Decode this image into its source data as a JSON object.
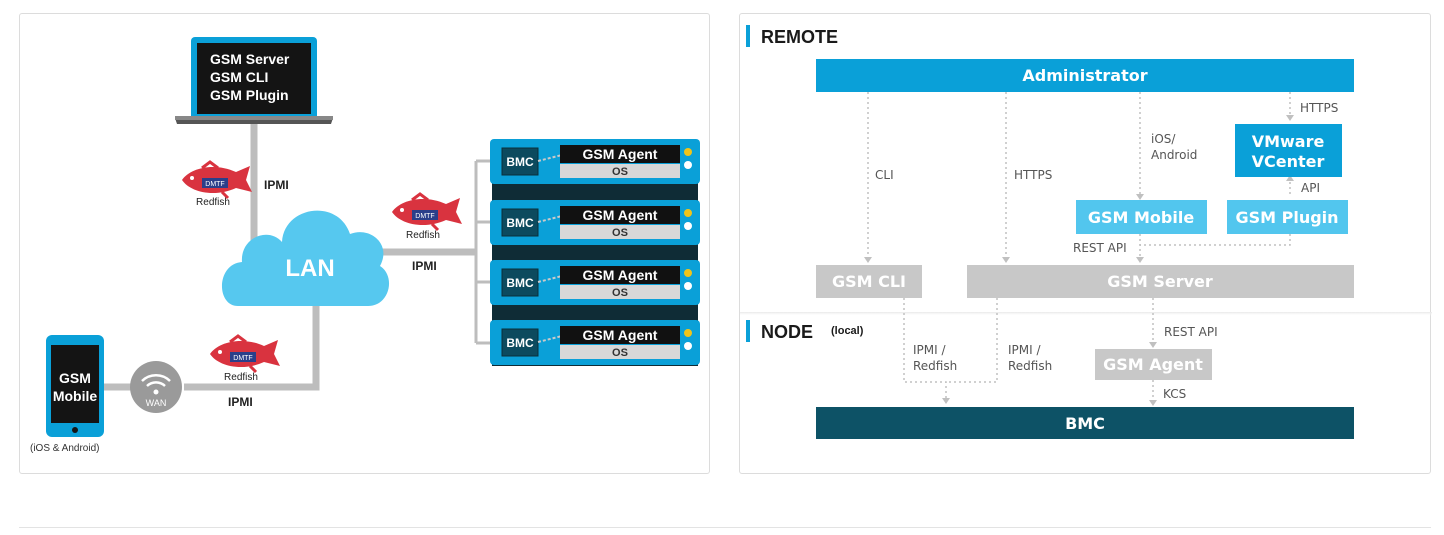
{
  "left": {
    "laptop_lines": [
      "GSM Server",
      "GSM CLI",
      "GSM Plugin"
    ],
    "redfish_label": "Redfish",
    "dmtf_label": "DMTF",
    "ipmi_label": "IPMI",
    "lan_label": "LAN",
    "wan_label": "WAN",
    "phone_lines": [
      "GSM",
      "Mobile"
    ],
    "phone_caption": "(iOS & Android)",
    "servers": [
      {
        "bmc": "BMC",
        "agent": "GSM Agent",
        "os": "OS"
      },
      {
        "bmc": "BMC",
        "agent": "GSM Agent",
        "os": "OS"
      },
      {
        "bmc": "BMC",
        "agent": "GSM Agent",
        "os": "OS"
      },
      {
        "bmc": "BMC",
        "agent": "GSM Agent",
        "os": "OS"
      }
    ]
  },
  "right": {
    "remote_title": "REMOTE",
    "node_title": "NODE",
    "node_suffix": "(local)",
    "administrator": "Administrator",
    "vmware_lines": [
      "VMware",
      "VCenter"
    ],
    "gsm_mobile": "GSM Mobile",
    "gsm_plugin": "GSM Plugin",
    "gsm_cli": "GSM CLI",
    "gsm_server": "GSM Server",
    "gsm_agent": "GSM Agent",
    "bmc": "BMC",
    "labels": {
      "cli": "CLI",
      "https_left": "HTTPS",
      "ios_android": [
        "iOS/",
        "Android"
      ],
      "https_right": "HTTPS",
      "api": "API",
      "rest_api_top": "REST API",
      "rest_api_bottom": "REST API",
      "ipmi_redfish_1": [
        "IPMI /",
        "Redfish"
      ],
      "ipmi_redfish_2": [
        "IPMI /",
        "Redfish"
      ],
      "kcs": "KCS"
    }
  },
  "colors": {
    "brand_blue": "#0aa0d8",
    "light_blue": "#52c6ee",
    "gray_box": "#c8c8c8",
    "dark_teal": "#0d5266",
    "cloud": "#56c8ef",
    "line_gray": "#bdbdbd"
  }
}
